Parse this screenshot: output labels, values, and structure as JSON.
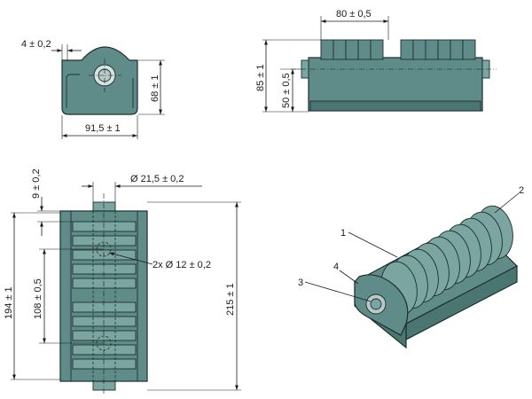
{
  "colors": {
    "body": "#5f8c88",
    "body_light": "#7aa5a1",
    "body_dark": "#4a7571",
    "outline": "#1c2f2f",
    "line": "#1a1a1a",
    "background": "#ffffff"
  },
  "dimensions": {
    "hole_offset": "4 ± 0,2",
    "width_front": "91,5 ± 1",
    "height_front": "68 ± 1",
    "length_fins": "80 ± 0,5",
    "height_total": "85 ± 1",
    "axis_height": "50 ± 0,5",
    "top_offset": "9 ± 0,2",
    "shaft_diameter": "Ø 21,5 ± 0,2",
    "hole_diameter": "2x Ø 12 ± 0,2",
    "length_inner": "194 ± 1",
    "hole_spacing": "108 ± 0,5",
    "length_total": "215 ± 1"
  },
  "callouts": {
    "c1": "1",
    "c2": "2",
    "c3": "3",
    "c4": "4"
  }
}
